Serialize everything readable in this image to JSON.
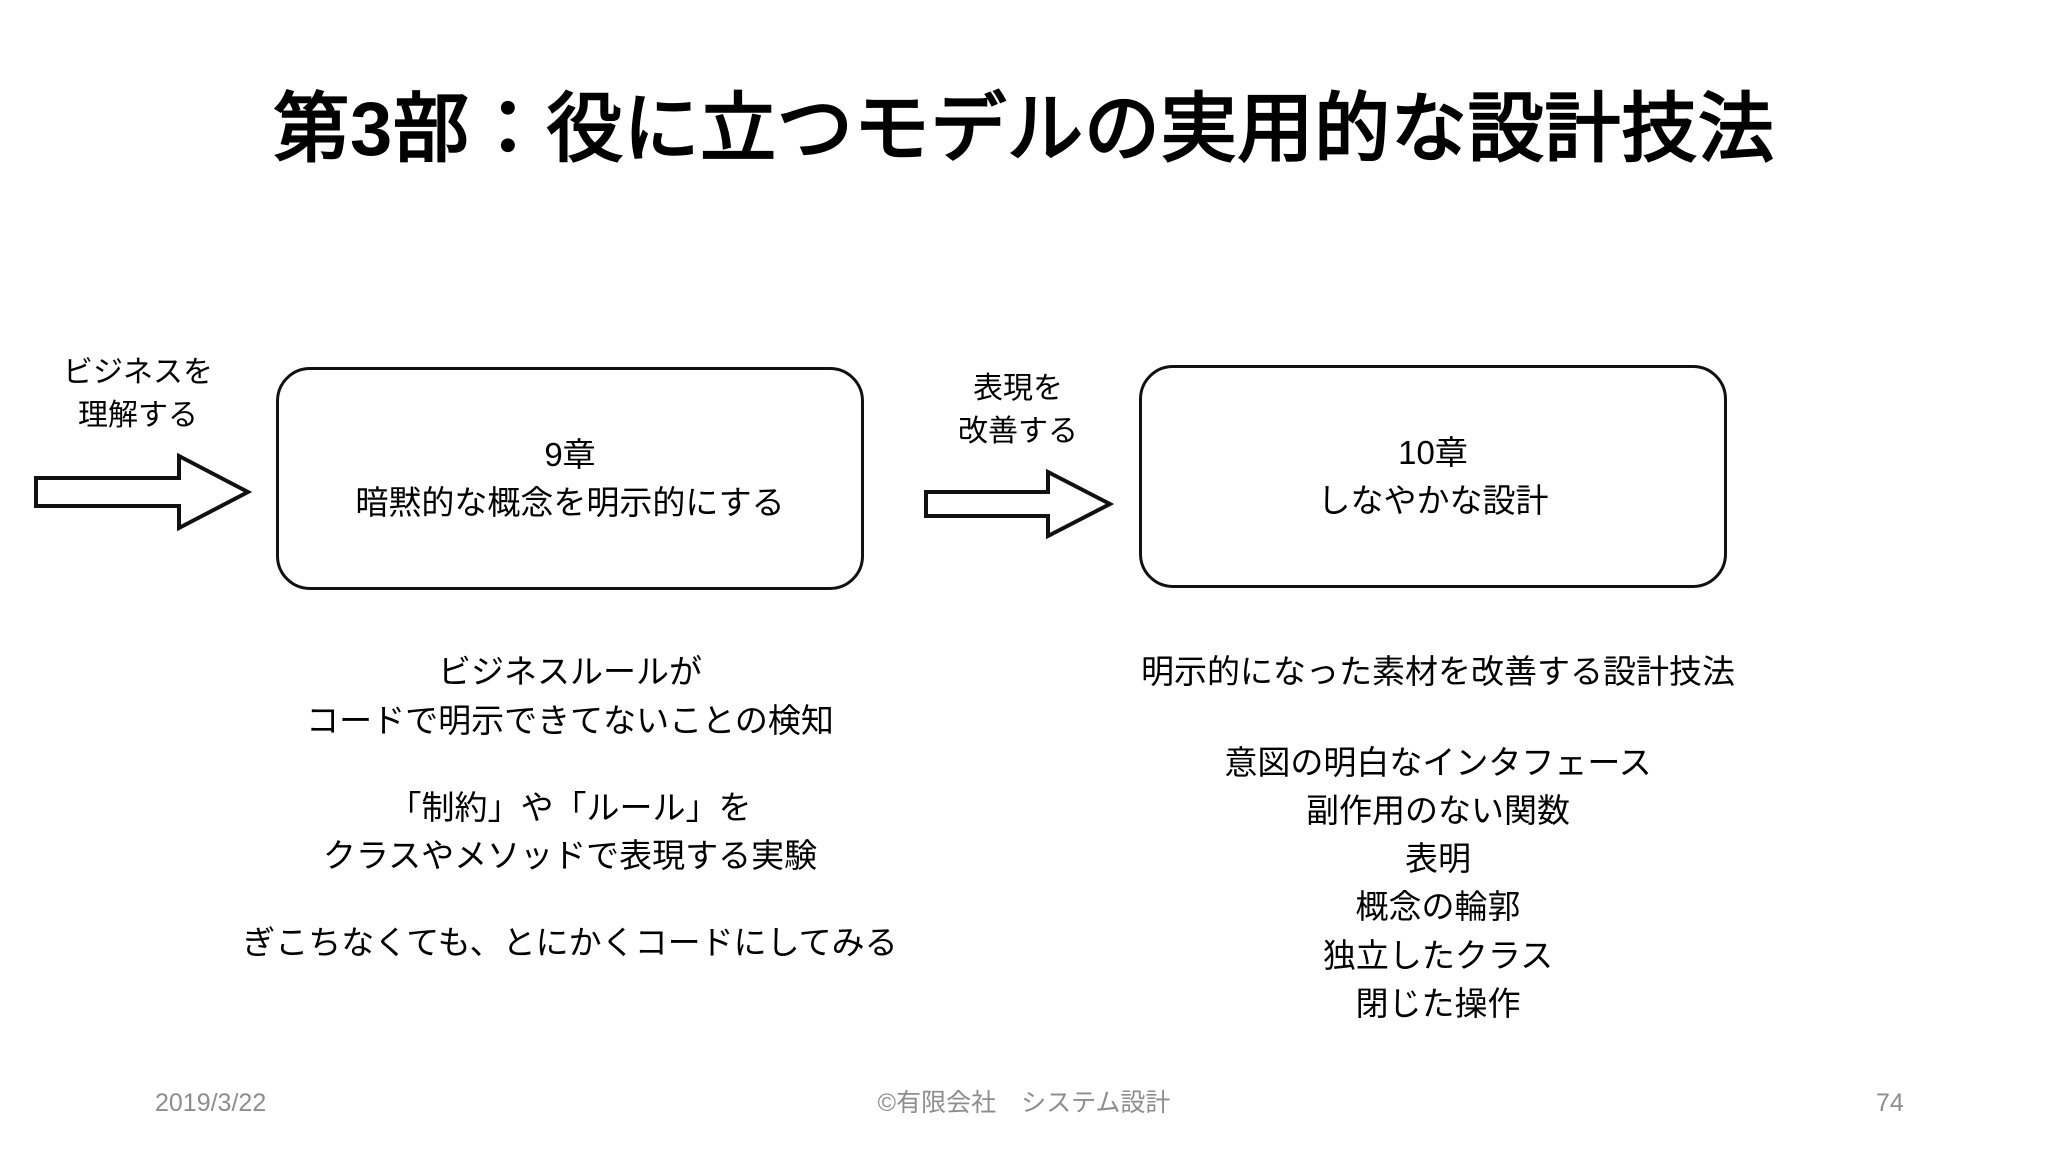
{
  "slide": {
    "title": "第3部：役に立つモデルの実用的な設計技法"
  },
  "flow": {
    "connector_left": {
      "label": "ビジネスを\n理解する",
      "arrow_icon": "right-block-arrow-icon"
    },
    "connector_middle": {
      "label": "表現を\n改善する",
      "arrow_icon": "right-block-arrow-icon"
    },
    "boxes": [
      {
        "id": "chapter-9",
        "text": "9章\n暗黙的な概念を明示的にする",
        "chapter_number": "9章",
        "chapter_name": "暗黙的な概念を明示的にする"
      },
      {
        "id": "chapter-10",
        "text": "10章\nしなやかな設計",
        "chapter_number": "10章",
        "chapter_name": "しなやかな設計"
      }
    ]
  },
  "columns": {
    "left": {
      "paragraphs": [
        "ビジネスルールが\nコードで明示できてないことの検知",
        "「制約」や「ルール」を\nクラスやメソッドで表現する実験",
        "ぎこちなくても、とにかくコードにしてみる"
      ]
    },
    "right": {
      "heading": "明示的になった素材を改善する設計技法",
      "items": [
        "意図の明白なインタフェース",
        "副作用のない関数",
        "表明",
        "概念の輪郭",
        "独立したクラス",
        "閉じた操作"
      ]
    }
  },
  "footer": {
    "date": "2019/3/22",
    "copyright": "©有限会社　システム設計",
    "page_number": "74"
  },
  "colors": {
    "background": "#ffffff",
    "text": "#000000",
    "outline": "#111111",
    "footer_text": "#8d8d8d"
  }
}
